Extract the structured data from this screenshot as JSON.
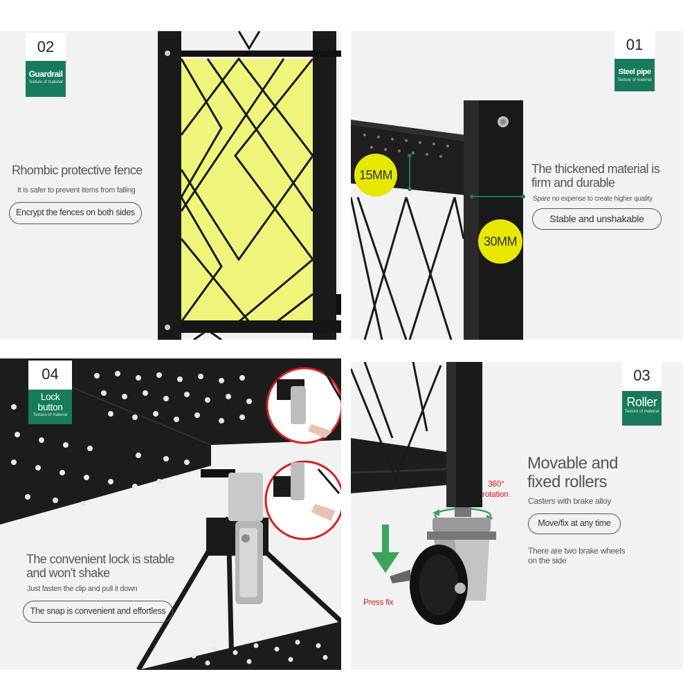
{
  "panels": {
    "guardrail": {
      "number": "02",
      "tag_title": "Guardrail",
      "tag_sub": "Texture of material",
      "heading": "Rhombic protective fence",
      "sub": "It is safer to prevent items from falling",
      "pill": "Encrypt the fences on both sides"
    },
    "steel_pipe": {
      "number": "01",
      "tag_title": "Steel pipe",
      "tag_sub": "Texture of material",
      "heading_1": "The thickened material is",
      "heading_2": "firm and durable",
      "sub": "Spare no expense to create higher quality",
      "pill": "Stable and unshakable",
      "dim_1": "15MM",
      "dim_2": "30MM"
    },
    "lock": {
      "number": "04",
      "tag_title_1": "Lock",
      "tag_title_2": "button",
      "tag_sub": "Texture of material",
      "heading_1": "The convenient lock is stable",
      "heading_2": "and won't shake",
      "sub": "Just fasten the clip and pull it down",
      "pill": "The snap is convenient and effortless"
    },
    "roller": {
      "number": "03",
      "tag_title": "Roller",
      "tag_sub": "Texture of material",
      "heading_1": "Movable and",
      "heading_2": "fixed rollers",
      "sub": "Casters with brake alloy",
      "pill": "Move/fix at any time",
      "note_1": "There are two brake wheels",
      "note_2": "on the side",
      "rotation_1": "360°",
      "rotation_2": "rotation",
      "press": "Press fix"
    }
  },
  "colors": {
    "tag_green": "#177a5f",
    "dim_yellow": "#e6e800",
    "arrow_green": "#3aa55a",
    "accent_red": "#d42020"
  }
}
